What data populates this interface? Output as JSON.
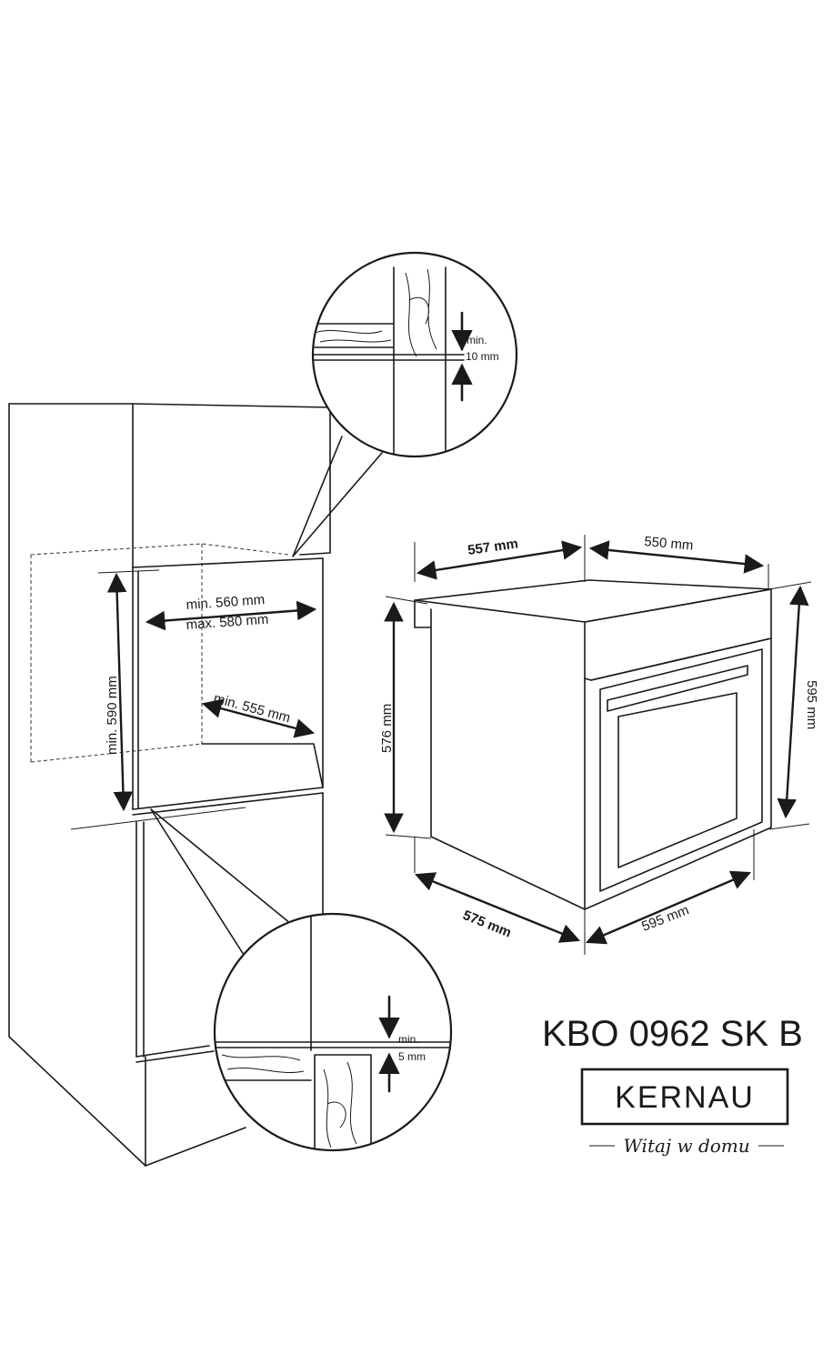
{
  "labels": {
    "niche_width": "min. 560 mm",
    "niche_width_max": "max. 580 mm",
    "niche_depth": "min. 555 mm",
    "niche_height": "min. 590 mm",
    "top_gap_min": "min.",
    "top_gap_value": "10 mm",
    "bottom_gap_min": "min.",
    "bottom_gap_value": "5  mm",
    "oven_top_depth": "557 mm",
    "oven_top_width": "550 mm",
    "oven_body_height": "576 mm",
    "oven_front_height": "595 mm",
    "oven_bottom_depth": "575 mm",
    "oven_bottom_width": "595 mm"
  },
  "model": "KBO 0962 SK B",
  "brand": {
    "name": "KERNAU",
    "tagline": "Witaj w domu"
  }
}
